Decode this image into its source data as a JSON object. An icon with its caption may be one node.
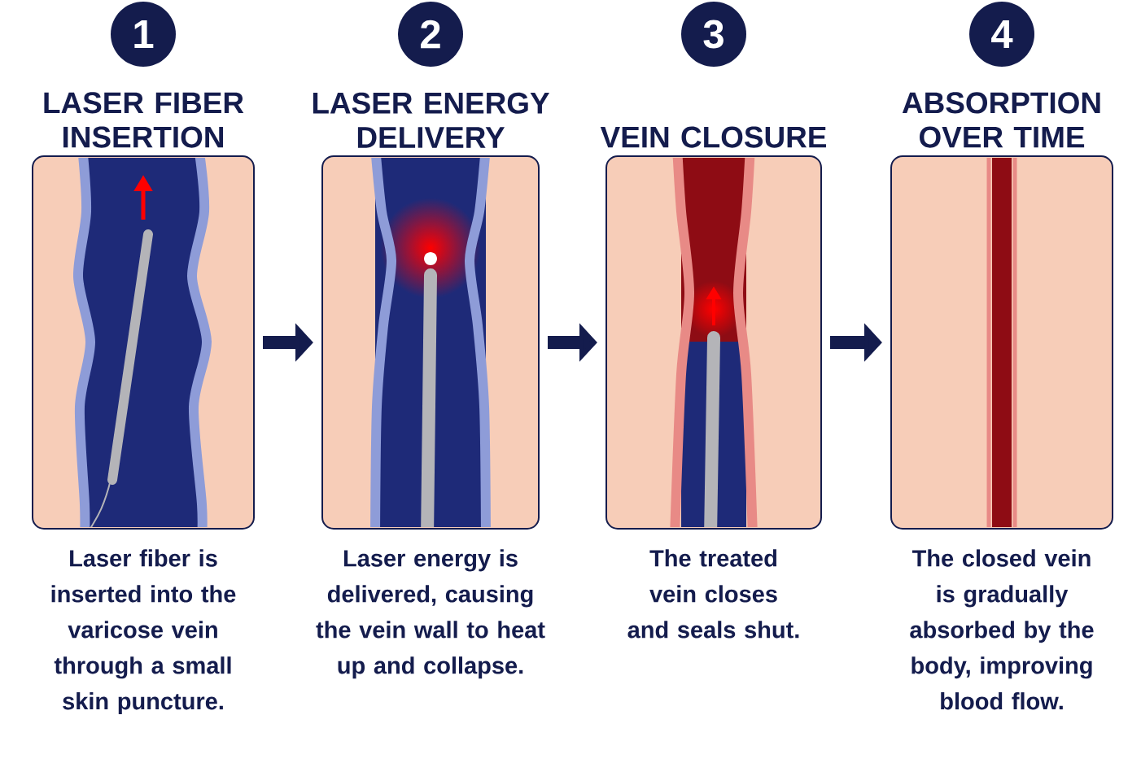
{
  "diagram": {
    "nodes": [
      {
        "text": [
          "1"
        ]
      },
      {
        "text": [
          "LASER FIBER INSERTION"
        ],
        "beside": [
          "Laser fiber is inserted into the varicose vein through a small skin puncture."
        ]
      },
      {
        "text": [
          "2"
        ]
      },
      {
        "text": [
          "LASER ENERGY DELIVERY"
        ],
        "beside": [
          "Laser energy is delivered, causing the vein wall to heat up and collapse."
        ]
      },
      {
        "text": [
          "3"
        ]
      },
      {
        "text": [
          "VEIN CLOSURE"
        ],
        "beside": [
          "The treated vein closes and seals shut."
        ]
      },
      {
        "text": [
          "4"
        ]
      },
      {
        "text": [
          "ABSORPTION OVER TIME"
        ],
        "beside": [
          "The closed vein is gradually absorbed by the body, improving blood flow."
        ]
      }
    ],
    "edges": [
      {
        "from": 1,
        "to": 3,
        "arrow": "to"
      },
      {
        "from": 3,
        "to": 5,
        "arrow": "to"
      },
      {
        "from": 5,
        "to": 7,
        "arrow": "to"
      }
    ]
  }
}
